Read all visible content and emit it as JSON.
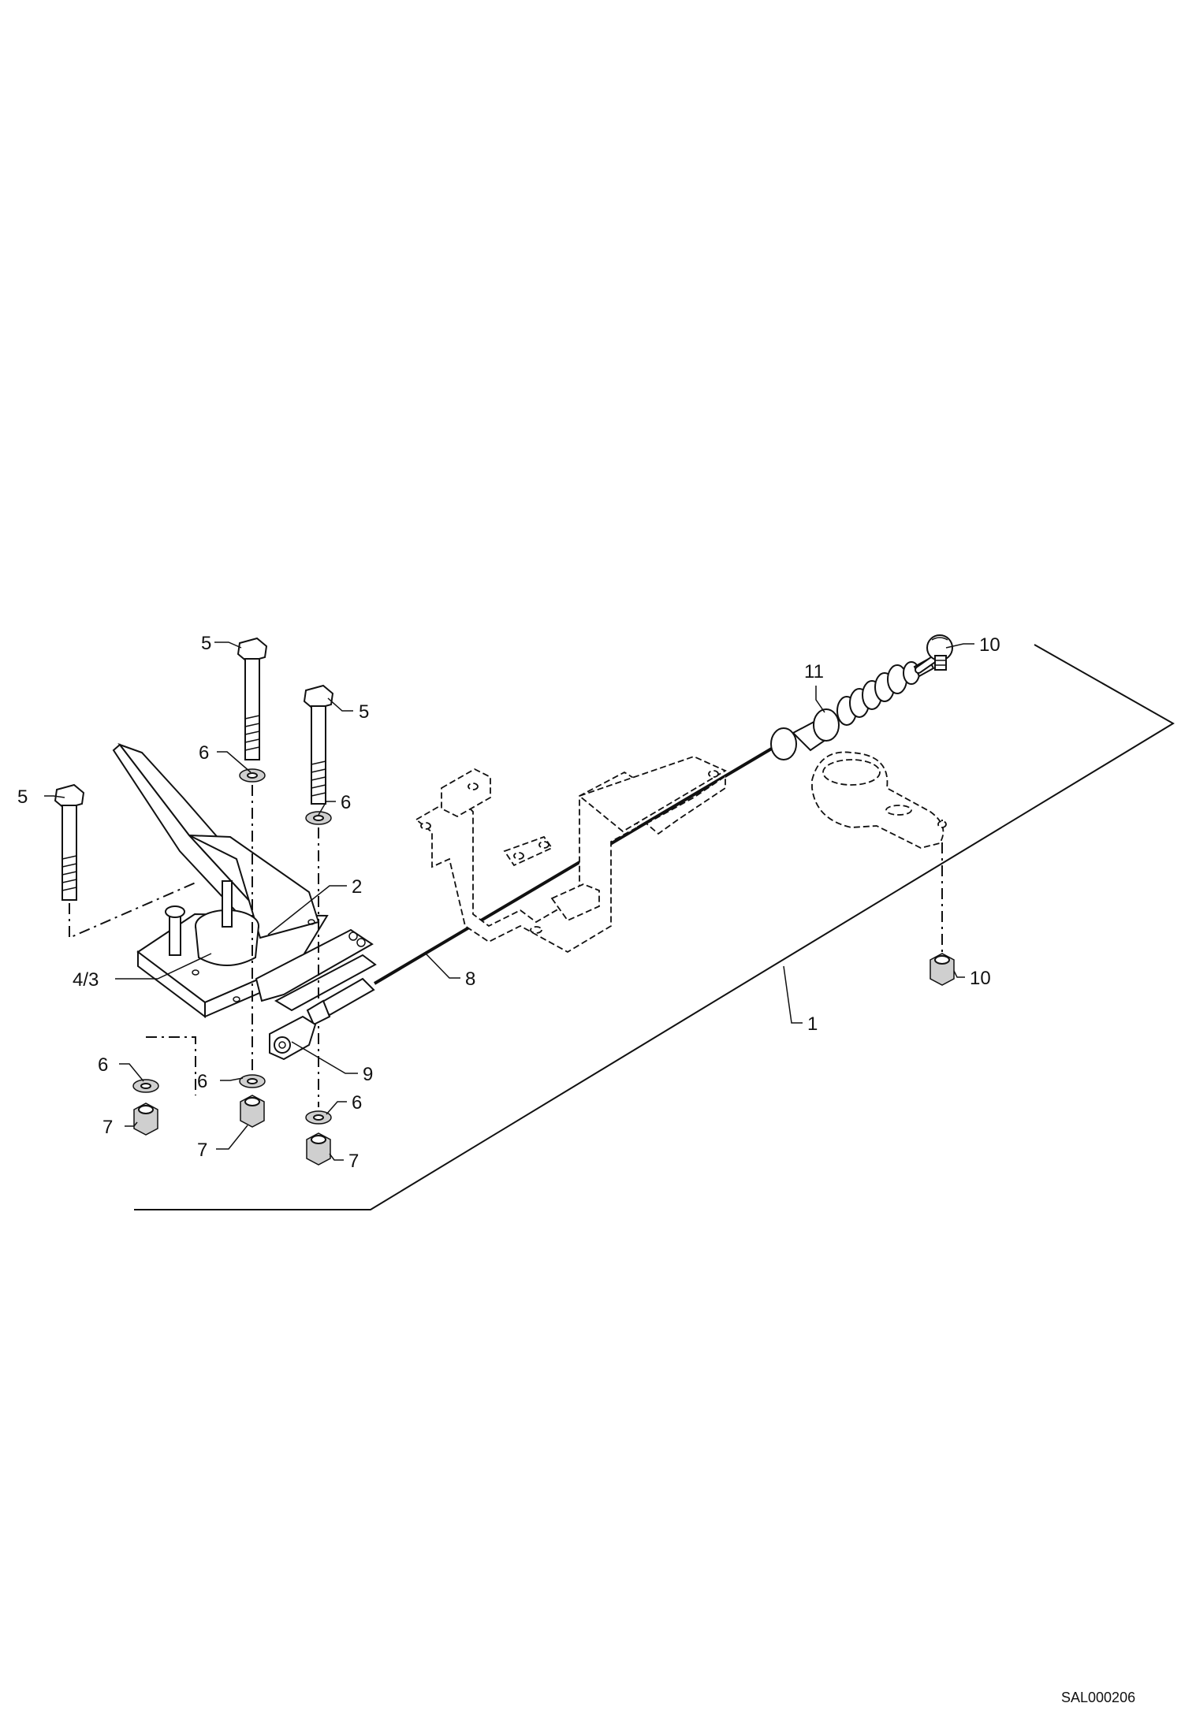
{
  "callouts": {
    "c5a": "5",
    "c5b": "5",
    "c5c": "5",
    "c6a": "6",
    "c6b": "6",
    "c6c": "6",
    "c6d": "6",
    "c6e": "6",
    "c7a": "7",
    "c7b": "7",
    "c7c": "7",
    "c2": "2",
    "c43": "4/3",
    "c8": "8",
    "c9": "9",
    "c1": "1",
    "c10a": "10",
    "c10b": "10",
    "c11": "11"
  },
  "drawing_reference": "SAL000206",
  "colors": {
    "line": "#111111",
    "fill": "#ffffff",
    "shade": "#cfcfcf"
  }
}
